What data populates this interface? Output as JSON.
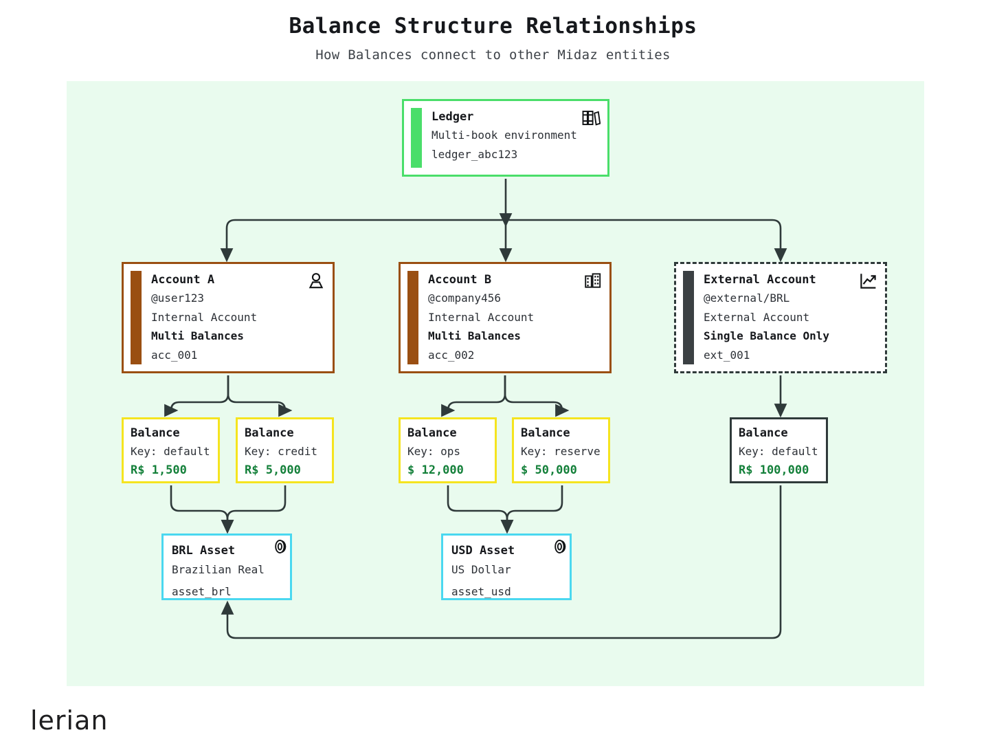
{
  "header": {
    "title": "Balance Structure Relationships",
    "subtitle": "How Balances connect to other Midaz entities"
  },
  "colors": {
    "panel_background": "#e9fbee",
    "ledger": "#4ade6a",
    "account": "#9a4f12",
    "external": "#2f3a3a",
    "balance": "#f5e41f",
    "asset": "#4ad8f0",
    "amount_text": "#14803a",
    "connector": "#2f3a3a"
  },
  "ledger": {
    "title": "Ledger",
    "description": "Multi-book environment",
    "id": "ledger_abc123",
    "icon": "books-icon"
  },
  "accounts": [
    {
      "title": "Account A",
      "handle": "@user123",
      "type": "Internal Account",
      "balance_mode": "Multi Balances",
      "id": "acc_001",
      "icon": "person-icon"
    },
    {
      "title": "Account B",
      "handle": "@company456",
      "type": "Internal Account",
      "balance_mode": "Multi Balances",
      "id": "acc_002",
      "icon": "building-icon"
    },
    {
      "title": "External Account",
      "handle": "@external/BRL",
      "type": "External Account",
      "balance_mode": "Single Balance Only",
      "id": "ext_001",
      "icon": "trending-up-icon"
    }
  ],
  "balances": [
    {
      "title": "Balance",
      "key": "Key: default",
      "amount": "R$ 1,500"
    },
    {
      "title": "Balance",
      "key": "Key: credit",
      "amount": "R$ 5,000"
    },
    {
      "title": "Balance",
      "key": "Key: ops",
      "amount": "$ 12,000"
    },
    {
      "title": "Balance",
      "key": "Key: reserve",
      "amount": "$ 50,000"
    },
    {
      "title": "Balance",
      "key": "Key: default",
      "amount": "R$ 100,000"
    }
  ],
  "assets": [
    {
      "title": "BRL Asset",
      "description": "Brazilian Real",
      "id": "asset_brl",
      "icon": "coin-icon"
    },
    {
      "title": "USD Asset",
      "description": "US Dollar",
      "id": "asset_usd",
      "icon": "coin-icon"
    }
  ],
  "footer": {
    "logo": "lerian"
  }
}
